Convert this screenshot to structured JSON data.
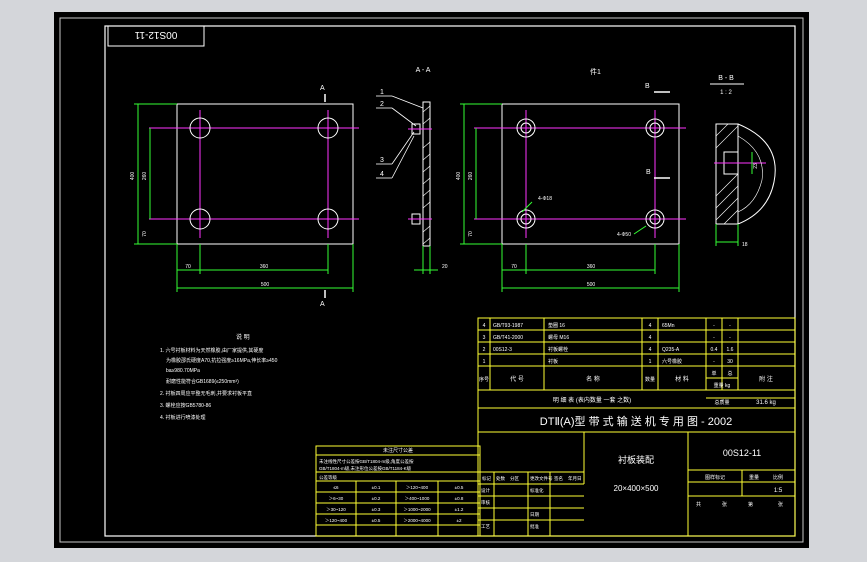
{
  "drawing_number": "00S12-11",
  "top_stamp": "00S12-11",
  "views": {
    "section_aa": "A - A",
    "main_label": "件1",
    "section_bb": "B - B",
    "bb_scale": "1 : 2",
    "cut_a": "A",
    "cut_b": "B"
  },
  "dimensions": {
    "left_width": "500",
    "left_inner": "360",
    "left_offset": "70",
    "left_height": "400",
    "left_hole_pitch": "260",
    "left_bottom": "70",
    "thickness": "20",
    "right_width": "500",
    "right_inner": "360",
    "right_offset": "70",
    "right_height": "400",
    "right_hole_pitch": "260",
    "right_bottom": "70",
    "hole_note_top": "4-Φ18",
    "hole_note_bottom": "4-Φ50",
    "bb_dim": "23",
    "bb_dim2": "18"
  },
  "callouts": [
    "1",
    "2",
    "3",
    "4"
  ],
  "notes": {
    "title": "说    明",
    "lines": [
      "1. 六号衬板材料为天然橡胶,由厂家提供,其硬度",
      "为橡胶邵氏硬度A70,抗拉强度≥16MPa,伸长率≥450",
      "ba≥980.70MPa",
      "耐磨性能符合GB1689(≤250mm³)",
      "2. 衬板四周应平整无毛刺,并要求衬板平直",
      "3. 螺栓应按GB5780-86",
      "4. 衬板进行喷漆处理"
    ]
  },
  "tolerance_table": {
    "title": "未注尺寸公差",
    "lines": [
      "未注线性尺寸公差按GB/T1804-m级,角度公差按",
      "GB/T1804-m级,未注形位公差按GB/T1184-K级",
      "公差等级"
    ],
    "headers": [
      "≤6",
      "±0.1",
      "＞120~400",
      "±0.5"
    ],
    "rows": [
      [
        "＞6~30",
        "±0.2",
        "＞400~1000",
        "±0.8"
      ],
      [
        "＞30~120",
        "±0.3",
        "＞1000~2000",
        "±1.2"
      ],
      [
        "＞120~400",
        "±0.5",
        "＞2000~4000",
        "±2"
      ]
    ]
  },
  "parts": {
    "rows": [
      {
        "no": "4",
        "code": "GB/T93-1987",
        "name": "垫圈 16",
        "qty": "4",
        "mat": "65Mn",
        "unit": "-",
        "total": "-"
      },
      {
        "no": "3",
        "code": "GB/T41-2000",
        "name": "螺母 M16",
        "qty": "4",
        "mat": "",
        "unit": "-",
        "total": "-"
      },
      {
        "no": "2",
        "code": "00S12-3",
        "name": "衬板螺栓",
        "qty": "4",
        "mat": "Q235-A",
        "unit": "0.4",
        "total": "1.6"
      },
      {
        "no": "1",
        "code": "",
        "name": "衬板",
        "qty": "1",
        "mat": "六号橡胶",
        "unit": "-",
        "total": "30"
      }
    ],
    "header": {
      "no": "序号",
      "code": "代    号",
      "name": "名    称",
      "qty": "数量",
      "mat": "材    料",
      "unit": "单",
      "total": "总",
      "weight": "重量 kg",
      "remark": "附    注"
    },
    "summary_label": "明    细    表    (表内数量  一套  之数)",
    "total_weight_label": "总质量",
    "total_weight": "31.6 kg"
  },
  "title_block": {
    "series": "DTⅡ(A)型    带 式 输 送 机 专 用 图 - 2002",
    "part_name": "衬板装配",
    "spec": "20×400×500",
    "code": "00S12-11",
    "stage_label": "图样标记",
    "weight_label": "重量",
    "scale_label": "比例",
    "scale": "1:5",
    "sheet_label": "共",
    "sheet_of": "张",
    "sheet_no": "第",
    "sheet_no2": "张",
    "rev_headers": [
      "标记",
      "处数",
      "分区",
      "更改文件号",
      "签名",
      "年月日"
    ],
    "roles": [
      "设计",
      "标准化",
      "审核",
      "工艺",
      "批准"
    ],
    "role_extra": "日期"
  }
}
